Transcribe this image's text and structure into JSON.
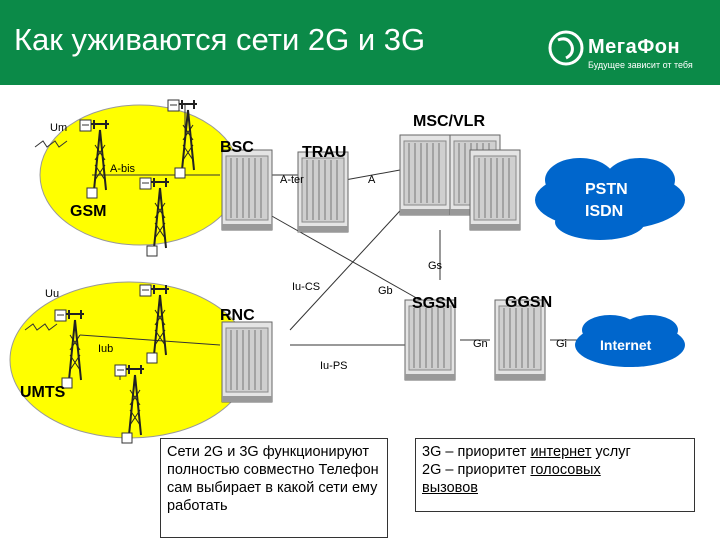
{
  "header": {
    "title": "Как уживаются сети 2G и 3G",
    "logo_name": "МегаФон",
    "logo_tagline": "Будущее зависит от тебя",
    "bg_color": "#0b8a48"
  },
  "diagram": {
    "nodes": {
      "bsc": "BSC",
      "trau": "TRAU",
      "msc": "MSC/VLR",
      "pstn": "PSTN",
      "isdn": "ISDN",
      "gsm": "GSM",
      "umts": "UMTS",
      "rnc": "RNC",
      "sgsn": "SGSN",
      "ggsn": "GGSN",
      "internet": "Internet"
    },
    "interfaces": {
      "um": "Um",
      "abis": "A-bis",
      "ater": "A-ter",
      "a": "A",
      "gs": "Gs",
      "uu": "Uu",
      "iucs": "Iu-CS",
      "gb": "Gb",
      "iub": "Iub",
      "iups": "Iu-PS",
      "gn": "Gn",
      "gi": "Gi"
    },
    "colors": {
      "cell_fill": "#ffff00",
      "cloud_fill": "#0066cc",
      "cloud_text": "#ffffff"
    }
  },
  "notes": {
    "left": "Сети 2G и 3G функционируют полностью совместно Телефон сам выбирает в какой сети ему работать",
    "right_line1_prefix": "3G – приоритет ",
    "right_line1_link": "интернет",
    "right_line1_suffix": " услуг",
    "right_line2_prefix": "2G – приоритет ",
    "right_line2_link": "голосовых",
    "right_line3_link": "вызовов"
  }
}
